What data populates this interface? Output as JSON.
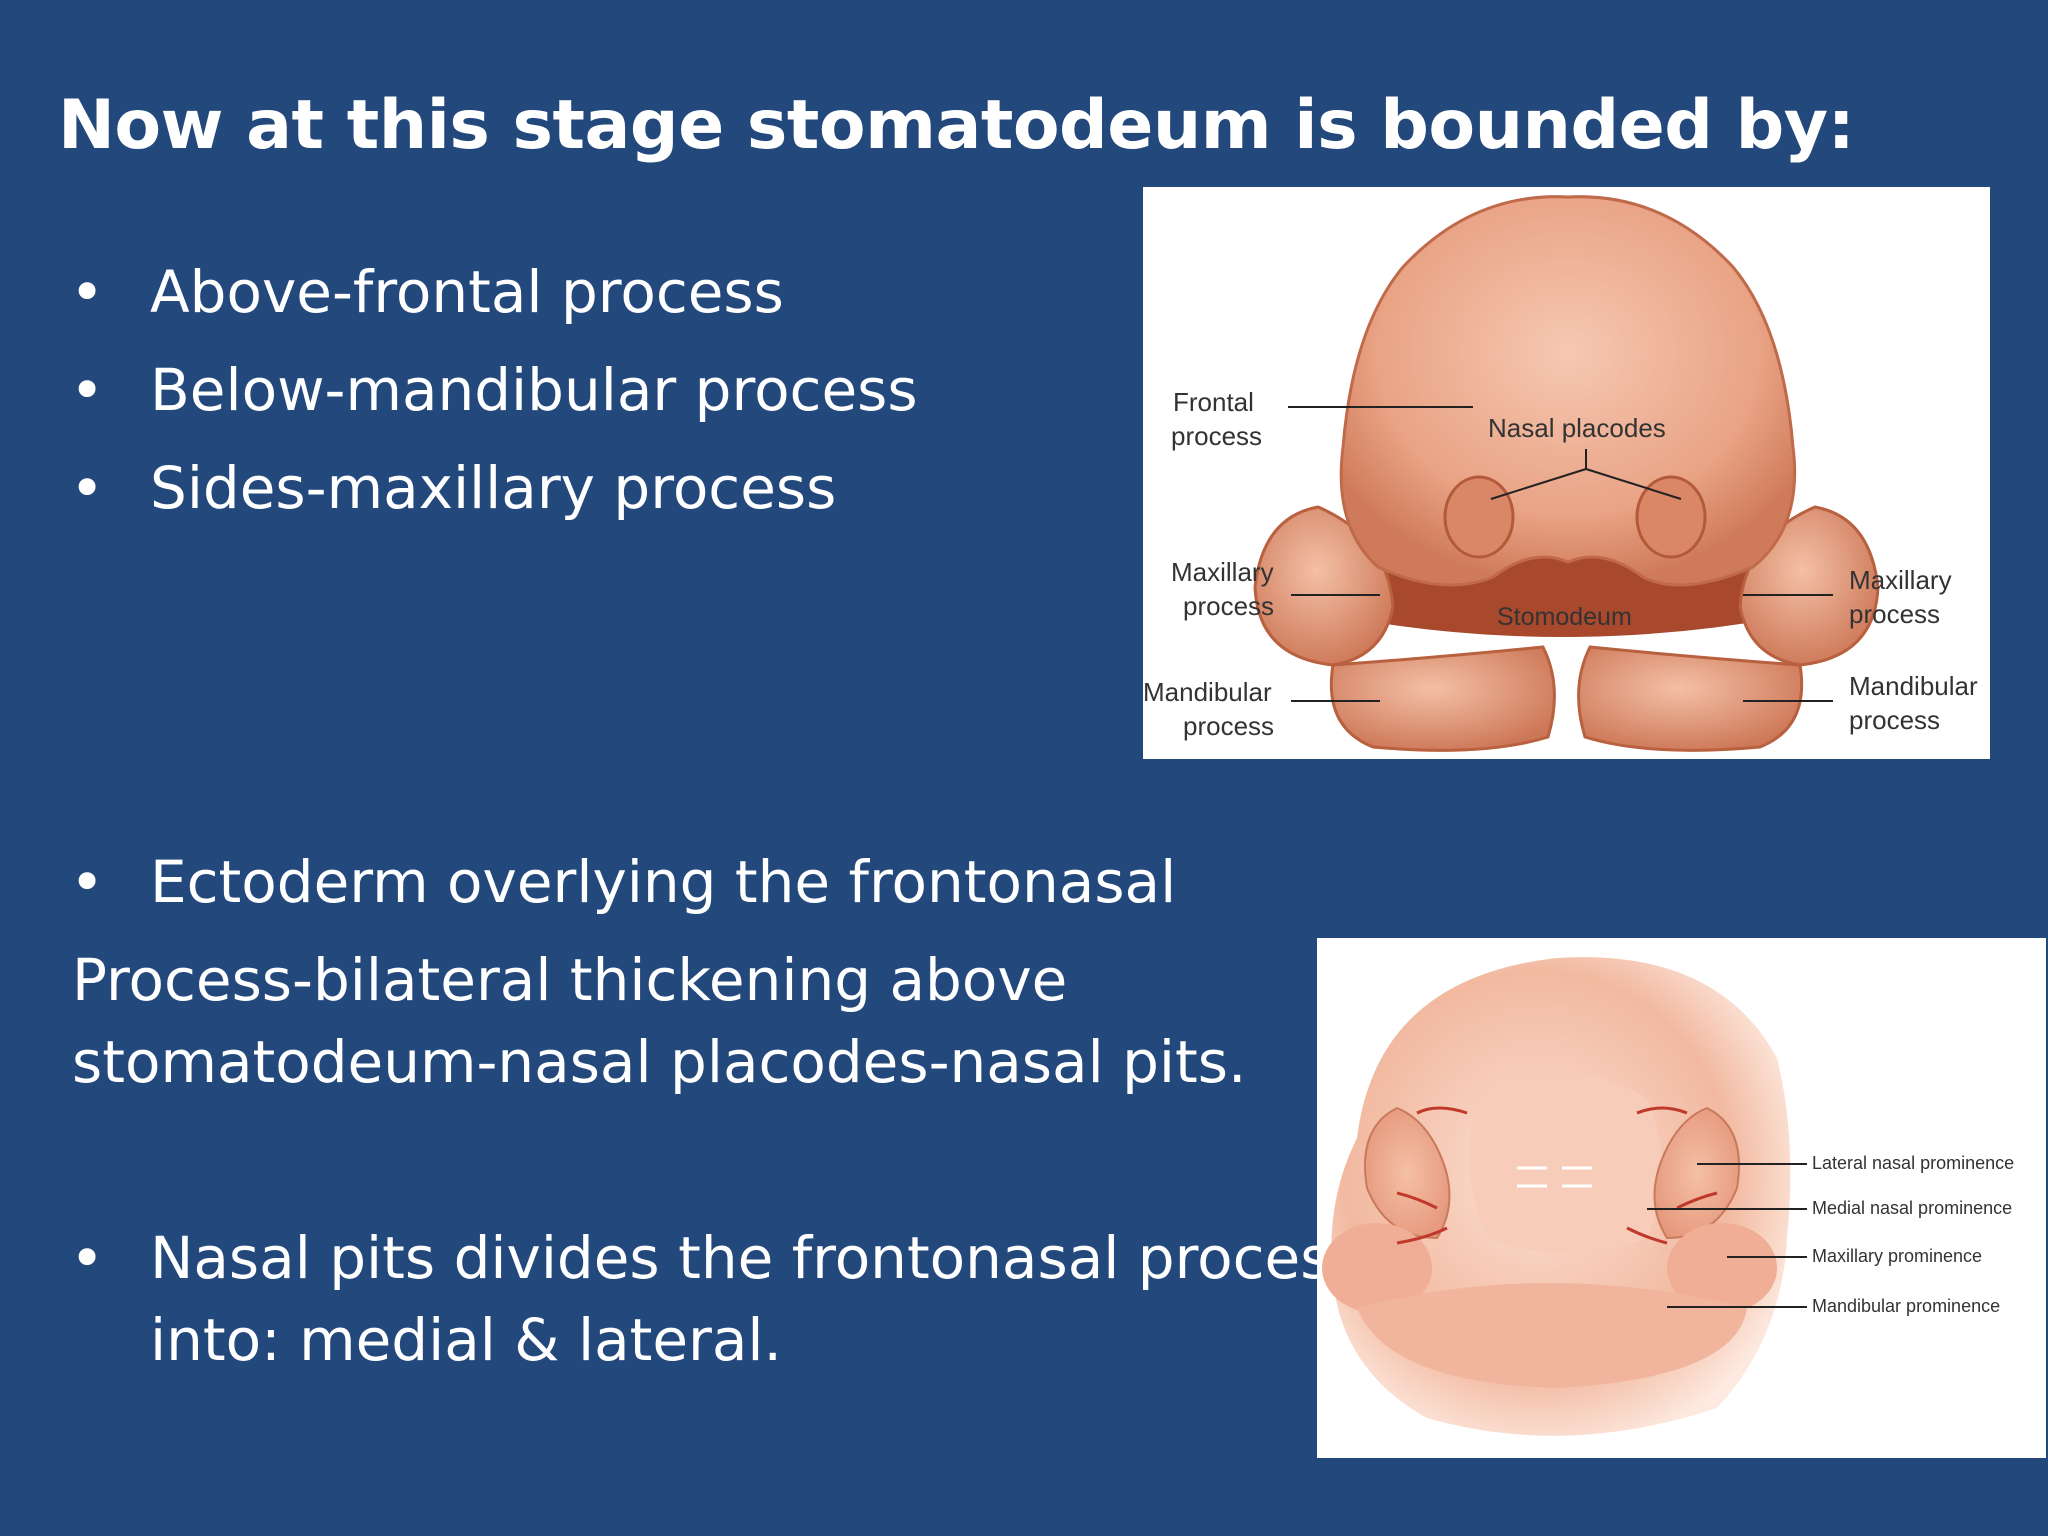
{
  "slide": {
    "title": "Now at this stage stomatodeum is bounded by:",
    "bullet_symbol": "•",
    "bullets_top": [
      "Above-frontal process",
      "Below-mandibular process",
      "Sides-maxillary process"
    ],
    "bullet_ectoderm": "Ectoderm overlying the frontonasal",
    "para_lines": [
      "Process-bilateral thickening above",
      "stomatodeum-nasal placodes-nasal pits."
    ],
    "bullet_nasal": [
      "Nasal pits divides the frontonasal process",
      "into: medial & lateral."
    ]
  },
  "figure1": {
    "labels": {
      "frontal_1": "Frontal",
      "frontal_2": "process",
      "nasal_placodes": "Nasal placodes",
      "maxillary_left_1": "Maxillary",
      "maxillary_left_2": "process",
      "stomodeum": "Stomodeum",
      "maxillary_right_1": "Maxillary",
      "maxillary_right_2": "process",
      "mandibular_left_1": "Mandibular",
      "mandibular_left_2": "process",
      "mandibular_right_1": "Mandibular",
      "mandibular_right_2": "process"
    }
  },
  "figure2": {
    "labels": {
      "lateral_nasal": "Lateral nasal prominence",
      "medial_nasal": "Medial nasal prominence",
      "maxillary": "Maxillary prominence",
      "mandibular": "Mandibular prominence"
    }
  },
  "colors": {
    "background": "#23487c",
    "text": "#ffffff",
    "tissue": "#e7a48a",
    "tissue_dark": "#a8482c"
  }
}
